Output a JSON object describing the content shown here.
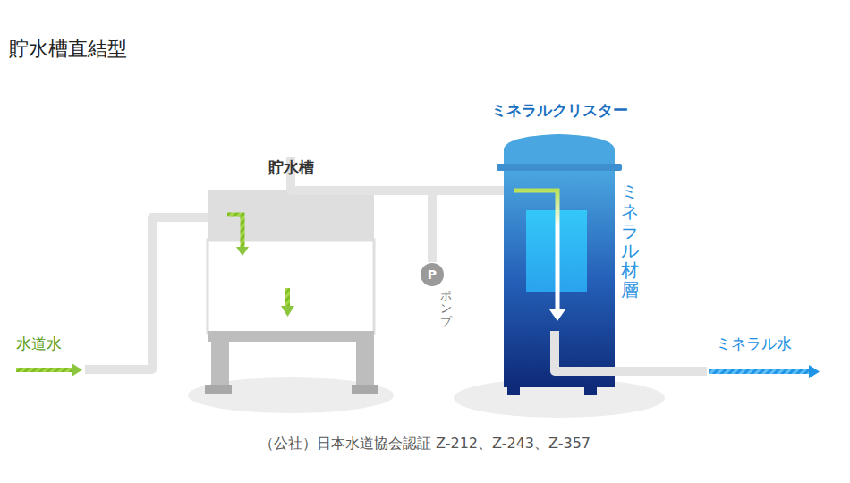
{
  "diagram": {
    "title": "貯水槽直結型",
    "caption": "（公社）日本水道協会認証 Z-212、Z-243、Z-357",
    "nodes": [
      {
        "text": [
          "貯水槽"
        ]
      },
      {
        "text": [
          "P"
        ]
      },
      {
        "text": [
          "ミネラルクリスター"
        ]
      }
    ],
    "edges": [
      {
        "from": 0,
        "to": 1,
        "arrow": "none"
      },
      {
        "from": 1,
        "to": 2,
        "arrow": "none"
      }
    ],
    "labels": [
      "水道水",
      "ミネラル水",
      "ポンプ",
      "ミネラル材層"
    ]
  }
}
